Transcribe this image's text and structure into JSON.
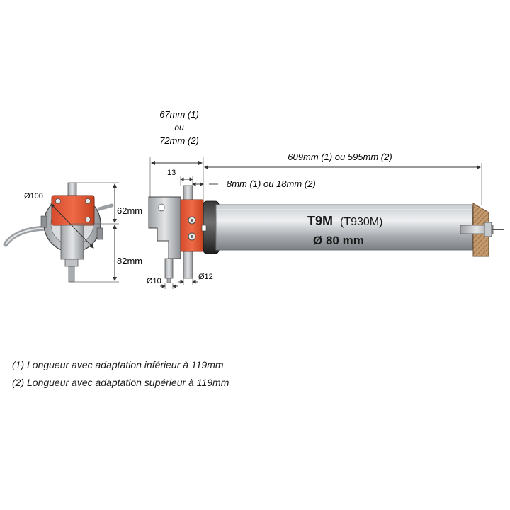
{
  "dimensions": {
    "left_length_line1": "67mm (1)",
    "left_length_line2": "ou",
    "left_length_line3": "72mm (2)",
    "dim_13": "13",
    "tube_length": "609mm (1) ou 595mm (2)",
    "offset": "8mm (1) ou 18mm (2)",
    "diameter_100": "Ø100",
    "height_62": "62mm",
    "height_82": "82mm",
    "shaft_10": "Ø10",
    "shaft_12": "Ø12"
  },
  "product": {
    "model": "T9M",
    "model_ref": "(T930M)",
    "diameter": "Ø 80 mm"
  },
  "notes": {
    "note1": "(1) Longueur avec adaptation inférieur à 119mm",
    "note2": "(2) Longueur avec adaptation supérieur à 119mm"
  },
  "colors": {
    "head_red": "#e05a3a",
    "tube_grey": "#a9adb2",
    "dimension_line": "#333333"
  }
}
